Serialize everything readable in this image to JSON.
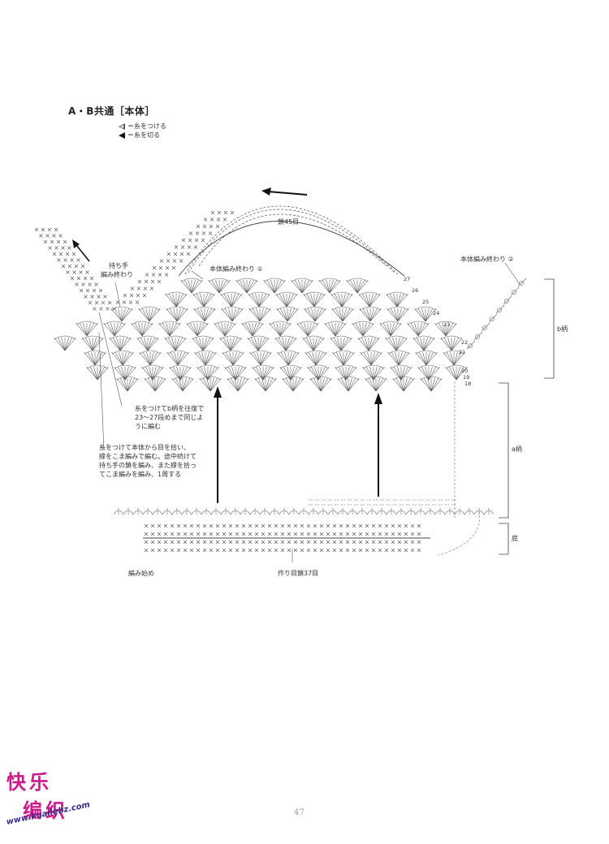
{
  "title": "A・B共通［本体］",
  "legend": {
    "attach": "＝糸をつける",
    "cut": "＝糸を切る"
  },
  "labels": {
    "chain45": "鎖45目",
    "body_end1": "本体編み終わり ①",
    "body_end2": "本体編み終わり ②",
    "handle_end_line1": "持ち手",
    "handle_end_line2": "編み終わり",
    "b_pattern": "b柄",
    "a_pattern": "a柄",
    "bottom": "底",
    "note_b_line1": "糸をつけてb柄を往復で",
    "note_b_line2": "23～27段めまで同じよ",
    "note_b_line3": "うに編む",
    "note_body_line1": "糸をつけて本体から目を拾い、",
    "note_body_line2": "縁をこま編みで編む。途中続けて",
    "note_body_line3": "持ち手の鎖を編み、また縁を拾っ",
    "note_body_line4": "てこま編みを編み、1周する",
    "start": "編み始め",
    "foundation": "作り目鎖37目"
  },
  "row_numbers": {
    "r27": "27",
    "r26": "26",
    "r25": "25",
    "r24": "24",
    "r23": "23",
    "r22": "22",
    "r21": "21",
    "r20": "20",
    "r19": "19",
    "r18": "18"
  },
  "page_number": "47",
  "logo": {
    "line1": "快乐",
    "line2": "编织",
    "url": "www.kuailebz.com"
  },
  "colors": {
    "ink": "#333333",
    "logo_pink": "#cc1a8a",
    "logo_blue": "#3a2a8a"
  }
}
